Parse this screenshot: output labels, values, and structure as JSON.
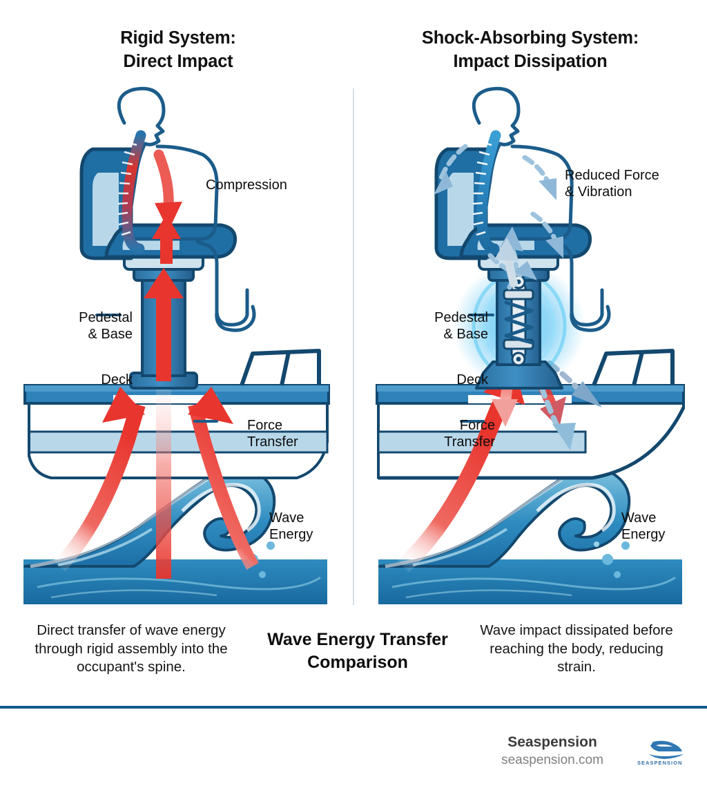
{
  "page": {
    "background": "#ffffff",
    "accent_blue": "#1b5c8a",
    "mid_blue": "#2e7cb8",
    "light_blue": "#a9cfe4",
    "wave_deep": "#1f6ea4",
    "force_red": "#e8352e",
    "divider_color": "#d2dee5",
    "footer_rule_color": "#0d5b8c"
  },
  "panels": {
    "left": {
      "title": "Rigid System:\nDirect Impact",
      "labels": {
        "compression": "Compression",
        "pedestal": "Pedestal\n& Base",
        "deck": "Deck",
        "force_transfer": "Force\nTransfer",
        "wave_energy": "Wave\nEnergy"
      },
      "caption": "Direct transfer of wave energy through rigid assembly into the occupant's spine."
    },
    "right": {
      "title": "Shock-Absorbing System:\nImpact Dissipation",
      "labels": {
        "reduced_force": "Reduced Force\n& Vibration",
        "pedestal": "Pedestal\n& Base",
        "deck": "Deck",
        "force_transfer": "Force\nTransfer",
        "wave_energy": "Wave\nEnergy"
      },
      "caption": "Wave impact dissipated before reaching the body, reducing strain."
    }
  },
  "center_caption": "Wave Energy Transfer Comparison",
  "footer": {
    "brand": "Seaspension",
    "url": "seaspension.com",
    "logo_wordmark": "SEASPENSION"
  }
}
